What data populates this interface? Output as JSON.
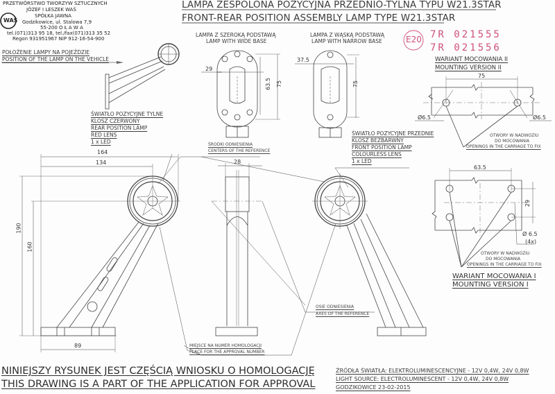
{
  "company": {
    "lines": [
      "PRZETWÓRSTWO TWORZYW SZTUCZNYCH",
      "JÓZEF I LESZEK WAŚ",
      "SPÓŁKA JAWNA",
      "Godzikowice, ul. Stalowa 7,9",
      "55-200   O Ł A W A",
      "tel.(071)313 95 18, tel./fax(071)313 35 52",
      "Regon 931951967 NIP 912-16-54-900"
    ],
    "logo_text": "WAŚ"
  },
  "title": {
    "pl": "LAMPA ZESPOLONA POZYCYJNA PRZEDNIO-TYLNA  TYPU W21.3STAR",
    "en": "FRONT-REAR POSITION ASSEMBLY LAMP  TYPE W21.3STAR"
  },
  "vehicle_position": {
    "pl": "POŁOŻENIE LAMPY NA POJEŹDZIE",
    "en": "POSITION OF THE LAMP ON THE VEHICLE"
  },
  "wide_base": {
    "pl": "LAMPA Z SZEROKĄ PODSTAWĄ",
    "en": "LAMP WITH WIDE BASE",
    "dims": [
      "29",
      "63.5",
      "75"
    ]
  },
  "narrow_base": {
    "pl": "LAMPA Z WĄSKĄ PODSTAWĄ",
    "en": "LAMP WITH NARROW BASE",
    "dims": [
      "37.5",
      "75"
    ]
  },
  "approval_stamp": {
    "mark": "E20",
    "numbers": [
      "7R  021555",
      "7R  021556"
    ],
    "color": "#d0507a"
  },
  "rear_lamp": {
    "lines": [
      "ŚWIATŁO POZYCYJNE TYLNE",
      "KLOSZ  CZERWONY",
      "REAR POSITION LAMP",
      "RED LENS",
      "1 x LED"
    ]
  },
  "front_lamp": {
    "lines": [
      "ŚWIATŁO POZYCYJNE PRZEDNIE",
      "KLOSZ BEZBARWNY",
      "FRONT POSITION LAMP",
      "COLOURLESS LENS",
      "1 x LED"
    ]
  },
  "reference_centers": {
    "pl": "ŚRODKI ODNIESIENIA",
    "en": "CENTERS OF THE REFERENCE"
  },
  "reference_axes": {
    "pl": "OSIE ODNIESIENIA",
    "en": "AXES OF THE REFERENCE"
  },
  "approval_place": {
    "pl": "MIEJSCE NA NUMER HOMOLOGACJI",
    "en": "PLACE FOR THE APPROVAL NUMBER"
  },
  "side_view_dims": {
    "width_total": "164",
    "width_center": "134",
    "height_total": "190",
    "height_center": "160",
    "base_width": "89"
  },
  "front_view_dims": {
    "width": "28"
  },
  "mounting_v2": {
    "pl": "WARIANT MOCOWANIA II",
    "en": "MOUNTING VERSION II",
    "dim_spacing": "75",
    "hole_left": "Ø6.5",
    "hole_right": "Ø6.5",
    "note": [
      "OTWORY W NADWOZIU",
      "DO MOCOWANIA",
      "OPENINGS IN THE CARRIAGE TO FIX"
    ]
  },
  "mounting_v1": {
    "pl": "WARIANT MOCOWANIA I",
    "en": "MOUNTING VERSION I",
    "dim_horizontal": "63.5",
    "dim_vertical": "29",
    "hole": "Ø 6.5",
    "hole_count": "(4x)",
    "note": [
      "OTWORY W NADWOZIU",
      "DO MOCOWANIA",
      "OPENINGS IN THE CARRIAGE TO FIX"
    ]
  },
  "footer_left": {
    "pl": "NINIEJSZY RYSUNEK JEST CZĘŚCIĄ WNIOSKU O  HOMOLOGACJĘ",
    "en": "THIS DRAWING IS A PART OF THE APPLICATION FOR  APPROVAL"
  },
  "footer_right": {
    "source_pl": "ŹRÓDŁA ŚWIATŁA: ELEKTROLUMINESCENCYJNE - 12V 0,4W, 24V 0,8W",
    "source_en": "LIGHT SOURCE: ELECTROLUMINESCENT - 12V 0,4W, 24V 0,8W",
    "place_date": "GODZIKOWICE  23-02-2015"
  }
}
